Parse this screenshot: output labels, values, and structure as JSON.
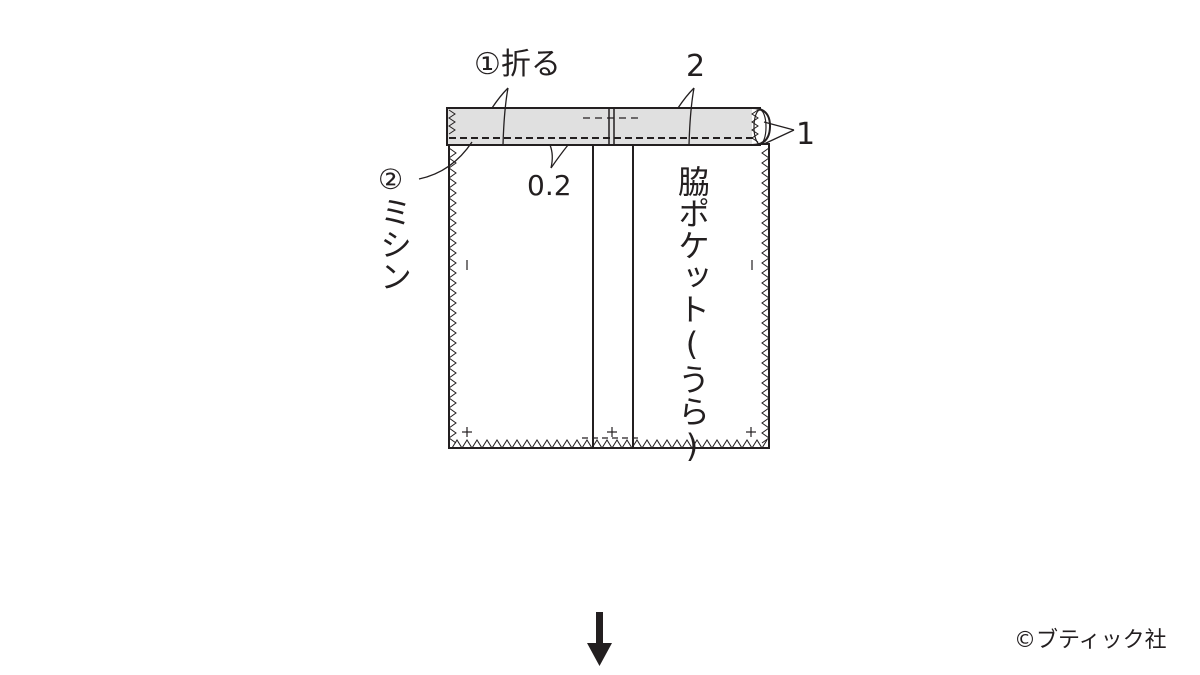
{
  "diagram": {
    "labels": {
      "fold": "①折る",
      "stitch_num": "②",
      "stitch_text": "ミシン",
      "gap": "0.2",
      "width2": "2",
      "width1": "1",
      "pocket": "脇ポケット(うら)"
    },
    "colors": {
      "line": "#231f20",
      "band_fill": "#e0e0e0",
      "background": "#ffffff"
    },
    "arrow": "down-arrow"
  },
  "footer": {
    "copyright": "©ブティック社"
  }
}
